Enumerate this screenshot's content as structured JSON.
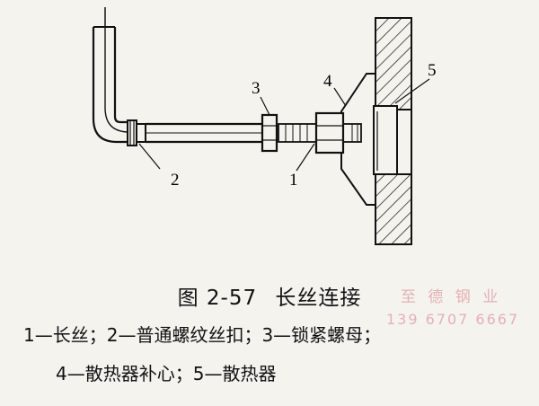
{
  "figure": {
    "number": "图 2-57",
    "title": "长丝连接",
    "callouts": [
      "1",
      "2",
      "3",
      "4",
      "5"
    ]
  },
  "legend": {
    "line1": "1—长丝；2—普通螺纹丝扣；3—锁紧螺母；",
    "line2": "4—散热器补心；5—散热器"
  },
  "watermark": {
    "line1": "至 德 钢 业",
    "line2": "139 6707 6667"
  },
  "colors": {
    "ink": "#111111",
    "paper": "#f4f3ee",
    "watermark": "#d7788c"
  }
}
